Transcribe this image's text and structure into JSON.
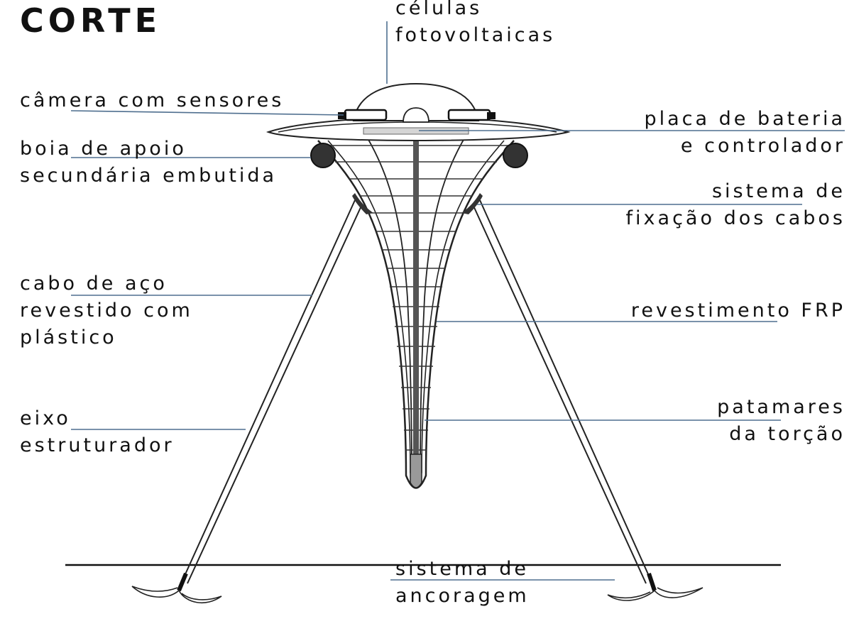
{
  "title": "CORTE",
  "labels": {
    "celulas_l1": "células",
    "celulas_l2": "fotovoltaicas",
    "camera": "câmera com sensores",
    "placa_l1": "placa de bateria",
    "placa_l2": "e controlador",
    "boia_l1": "boia de apoio",
    "boia_l2": "secundária embutida",
    "fixacao_l1": "sistema de",
    "fixacao_l2": "fixação dos cabos",
    "cabo_l1": "cabo de aço",
    "cabo_l2": "revestido com",
    "cabo_l3": "plástico",
    "revestimento": "revestimento FRP",
    "eixo_l1": "eixo",
    "eixo_l2": "estruturador",
    "patamares_l1": "patamares",
    "patamares_l2": "da torção",
    "ancoragem_l1": "sistema de",
    "ancoragem_l2": "ancoragem"
  },
  "colors": {
    "leader": "#4f6f8f",
    "structure": "#222222",
    "buoy": "#333333",
    "background": "#ffffff"
  }
}
